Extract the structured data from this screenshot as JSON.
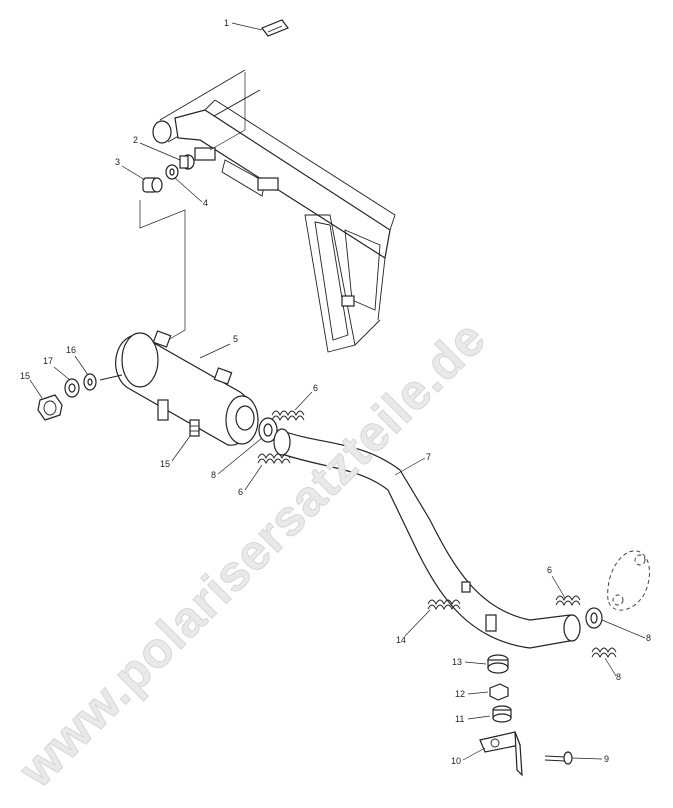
{
  "watermark": "www.polarisersatzteile.de",
  "callouts": [
    {
      "id": "c1",
      "label": "1"
    },
    {
      "id": "c2",
      "label": "2"
    },
    {
      "id": "c3",
      "label": "3"
    },
    {
      "id": "c4",
      "label": "4"
    },
    {
      "id": "c5",
      "label": "5"
    },
    {
      "id": "c6a",
      "label": "6"
    },
    {
      "id": "c6b",
      "label": "6"
    },
    {
      "id": "c6c",
      "label": "6"
    },
    {
      "id": "c7",
      "label": "7"
    },
    {
      "id": "c8a",
      "label": "8"
    },
    {
      "id": "c8b",
      "label": "8"
    },
    {
      "id": "c8c",
      "label": "8"
    },
    {
      "id": "c9",
      "label": "9"
    },
    {
      "id": "c10",
      "label": "10"
    },
    {
      "id": "c11",
      "label": "11"
    },
    {
      "id": "c12",
      "label": "12"
    },
    {
      "id": "c13",
      "label": "13"
    },
    {
      "id": "c14",
      "label": "14"
    },
    {
      "id": "c15a",
      "label": "15"
    },
    {
      "id": "c15b",
      "label": "15"
    },
    {
      "id": "c16",
      "label": "16"
    },
    {
      "id": "c17",
      "label": "17"
    }
  ]
}
